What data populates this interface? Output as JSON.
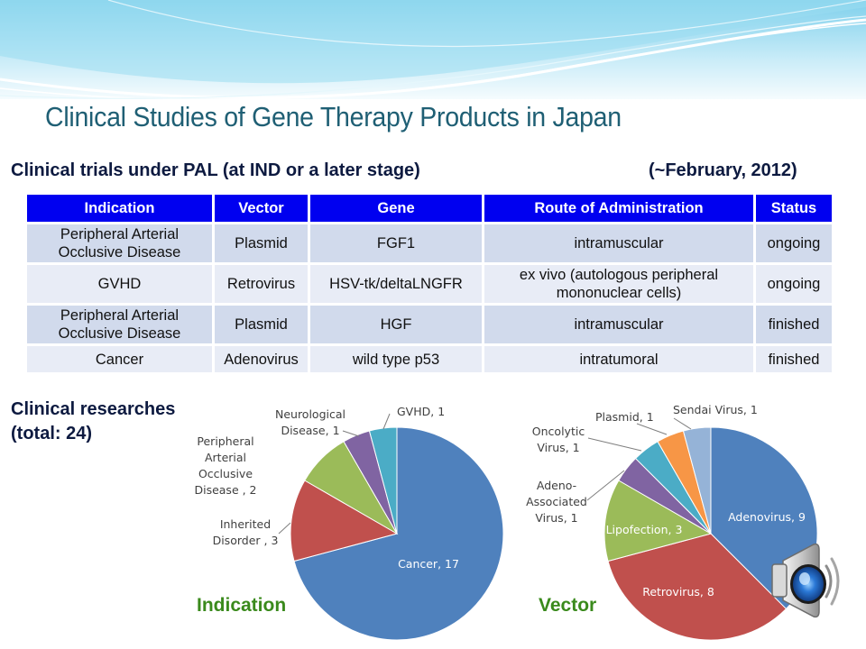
{
  "slide": {
    "title": "Clinical Studies of Gene Therapy Products in Japan",
    "trials_heading": "Clinical trials under PAL (at IND or a later stage)",
    "trials_date": "(~February, 2012)",
    "research_heading_line1": "Clinical researches",
    "research_heading_line2": "(total: 24)"
  },
  "colors": {
    "title": "#1f5f74",
    "table_header": "#0000f0",
    "table_row_dark": "#d1daec",
    "table_row_light": "#e8ecf6",
    "caption": "#3a8a1c"
  },
  "table": {
    "headers": [
      "Indication",
      "Vector",
      "Gene",
      "Route of Administration",
      "Status"
    ],
    "rows": [
      [
        "Peripheral Arterial Occlusive Disease",
        "Plasmid",
        "FGF1",
        "intramuscular",
        "ongoing"
      ],
      [
        "GVHD",
        "Retrovirus",
        "HSV-tk/deltaLNGFR",
        "ex vivo (autologous peripheral mononuclear cells)",
        "ongoing"
      ],
      [
        "Peripheral Arterial Occlusive Disease",
        "Plasmid",
        "HGF",
        "intramuscular",
        "finished"
      ],
      [
        "Cancer",
        "Adenovirus",
        "wild type p53",
        "intratumoral",
        "finished"
      ]
    ]
  },
  "chart_data": [
    {
      "type": "pie",
      "title": "Indication",
      "categories": [
        "Cancer",
        "Inherited Disorder",
        "Peripheral Arterial Occlusive Disease",
        "Neurological Disease",
        "GVHD"
      ],
      "values": [
        17,
        3,
        2,
        1,
        1
      ],
      "labels": [
        "Cancer, 17",
        "Inherited Disorder , 3",
        "Peripheral Arterial Occlusive Disease , 2",
        "Neurological Disease, 1",
        "GVHD, 1"
      ],
      "colors": [
        "#4f81bd",
        "#c0504d",
        "#9bbb59",
        "#8064a2",
        "#4bacc6"
      ],
      "legend": "none"
    },
    {
      "type": "pie",
      "title": "Vector",
      "categories": [
        "Adenovirus",
        "Retrovirus",
        "Lipofection",
        "Adeno-Associated Virus",
        "Oncolytic Virus",
        "Plasmid",
        "Sendai Virus"
      ],
      "values": [
        9,
        8,
        3,
        1,
        1,
        1,
        1
      ],
      "labels": [
        "Adenovirus, 9",
        "Retrovirus, 8",
        "Lipofection, 3",
        "Adeno-Associated Virus, 1",
        "Oncolytic Virus, 1",
        "Plasmid, 1",
        "Sendai Virus, 1"
      ],
      "colors": [
        "#4f81bd",
        "#c0504d",
        "#9bbb59",
        "#8064a2",
        "#4bacc6",
        "#f79646",
        "#95b3d7"
      ],
      "legend": "none"
    }
  ],
  "speaker": {
    "icon": "speaker-icon"
  }
}
